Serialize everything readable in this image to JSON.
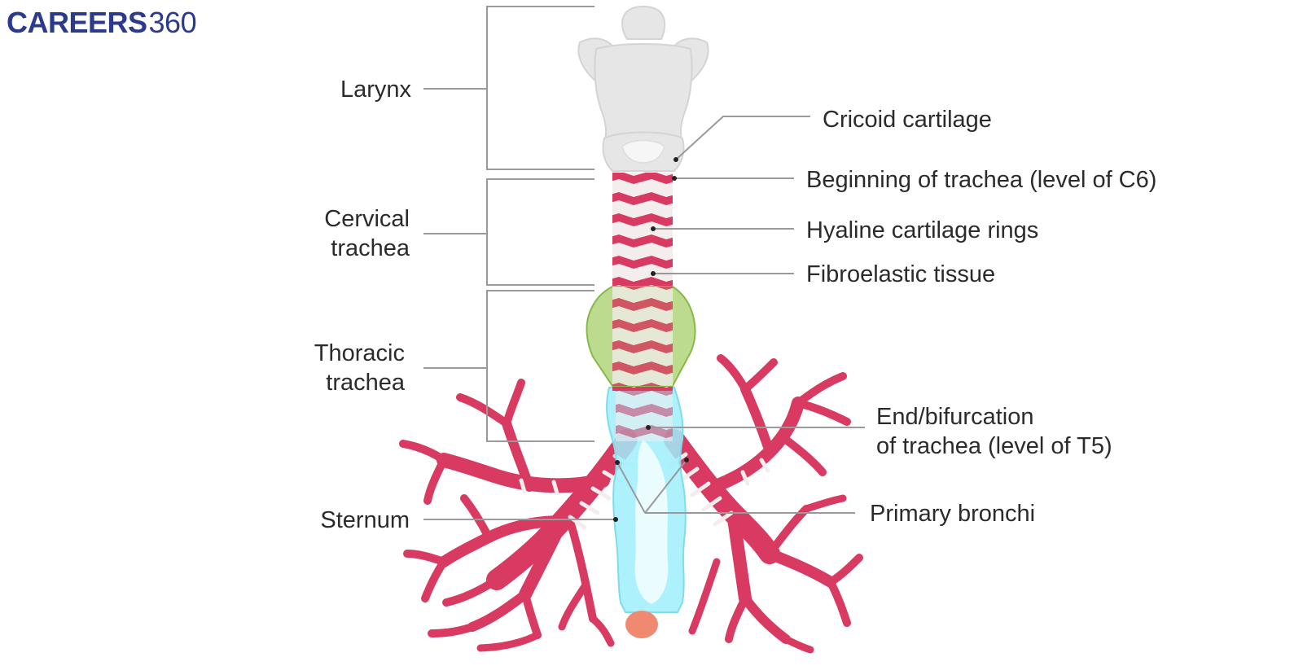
{
  "logo": {
    "brand": "CAREERS",
    "number": "360",
    "color": "#2b3a8c"
  },
  "left_labels": {
    "larynx": "Larynx",
    "cervical_line1": "Cervical",
    "cervical_line2": "trachea",
    "thoracic_line1": "Thoracic",
    "thoracic_line2": "trachea",
    "sternum": "Sternum"
  },
  "right_labels": {
    "cricoid": "Cricoid cartilage",
    "beginning": "Beginning of trachea (level of C6)",
    "hyaline": "Hyaline cartilage rings",
    "fibroelastic": "Fibroelastic tissue",
    "end_line1": "End/bifurcation",
    "end_line2": "of trachea (level of T5)",
    "bronchi": "Primary bronchi"
  },
  "colors": {
    "cartilage_rings": "#d93a62",
    "fibroelastic": "#f3eded",
    "larynx": "#e6e6e6",
    "thymus_green": "#a6cf6a",
    "sternum_cyan": "#9eeefb",
    "xiphoid": "#ef8a70",
    "leader_lines": "#9a9a9a"
  }
}
